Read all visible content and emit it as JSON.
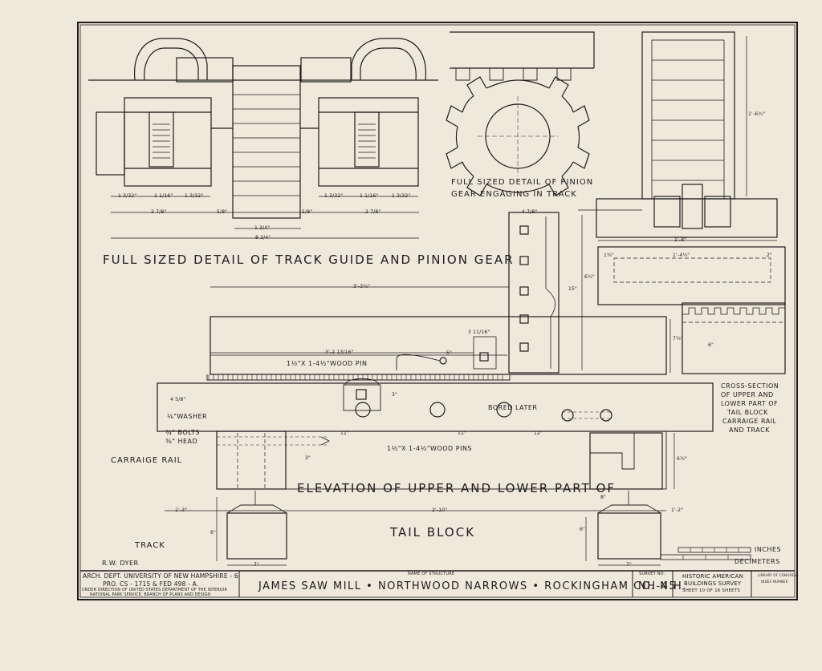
{
  "labels": {
    "track_guide_title": "FULL SIZED DETAIL OF TRACK GUIDE AND PINION GEAR",
    "pinion_title_line1": "FULL SIZED DETAIL OF PINION",
    "pinion_title_line2": "GEAR ENGAGING IN TRACK",
    "elevation_title_line1": "ELEVATION OF UPPER AND LOWER PART OF",
    "elevation_title_line2": "TAIL BLOCK",
    "cross_section": [
      "CROSS-SECTION",
      "OF UPPER AND",
      "LOWER PART OF",
      "TAIL BLOCK",
      "CARRAIGE RAIL",
      "AND TRACK"
    ],
    "carraige_rail": "CARRAIGE RAIL",
    "track": "TRACK",
    "wood_pin": "1½\"X 1-4½\"WOOD PIN",
    "wood_pins": "1½\"X 1-4½\"WOOD PINS",
    "washer": "⅛\"WASHER",
    "bolts_line1": "¾\" BOLTS",
    "bolts_line2": "⅜\" HEAD",
    "bored_later": "BORED LATER",
    "drawn_by": "R.W. DYER",
    "scale_inches": "INCHES",
    "scale_decimeters": "DECIMETERS"
  },
  "dimensions": {
    "d_1_3_32_a": "1 3/32\"",
    "d_1_1_16_a": "1 1/16\"",
    "d_1_3_32_b": "1 3/32\"",
    "d_2_7_8_a": "2 7/8\"",
    "d_5_8_a": "5/8\"",
    "d_5_8_b": "5/8\"",
    "d_1_3_32_c": "1 3/32\"",
    "d_1_1_16_b": "1 1/16\"",
    "d_1_3_32_d": "1 3/32\"",
    "d_2_7_8_b": "2 7/8\"",
    "d_1_3_4": "1 3/4\"",
    "d_8_3_4": "8 3/4\"",
    "d_1_6_3_4": "1'-6¾\"",
    "d_1_8": "1'-8\"",
    "d_1_3_4b": "1¾\"",
    "d_1_4_1_4": "1'-4¼\"",
    "d_2": "2\"",
    "d_4_7_8": "4 7/8\"",
    "d_15": "15\"",
    "d_6_1_4a": "6¼\"",
    "d_3_3_1_2": "3'-3½\"",
    "d_3_2_13_16": "3'-2 13/16\"",
    "d_7_3_4": "7¾\"",
    "d_6": "6\"",
    "d_3_11_16": "3 11/16\"",
    "d_4_5_8": "4 5/8\"",
    "d_11a": "11\"",
    "d_11b": "11\"",
    "d_12": "12\"",
    "d_3a": "3\"",
    "d_3b": "3\"",
    "d_5": "5\"",
    "d_6_1_4b": "6¼\"",
    "d_1_3": "1'-3\"",
    "d_2_10": "2'-10\"",
    "d_1_2": "1'-2\"",
    "d_7a": "7\"",
    "d_7b": "7\"",
    "d_6a": "6\"",
    "d_6b": "6\"",
    "d_8": "8\""
  },
  "title_block": {
    "dept": "ARCH. DEPT. UNIVERSITY OF NEW HAMPSHIRE - 6.",
    "project": "PRO. CS - 1715 & FED 498 - A.",
    "direction_line1": "UNDER DIRECTION OF UNITED STATES DEPARTMENT OF THE INTERIOR",
    "direction_line2": "NATIONAL PARK SERVICE, BRANCH OF PLANS AND DESIGN",
    "name_caption": "NAME OF STRUCTURE",
    "structure_name": "JAMES SAW MILL • NORTHWOOD NARROWS • ROCKINGHAM CO. N.H.",
    "survey_caption": "SURVEY NO.",
    "survey_no": "NH-45",
    "habs_line1": "HISTORIC AMERICAN",
    "habs_line2": "BUILDINGS SURVEY",
    "sheet": "SHEET 10 OF 16 SHEETS",
    "library_line1": "LIBRARY OF CONGRESS",
    "library_line2": "INDEX NUMBER"
  }
}
